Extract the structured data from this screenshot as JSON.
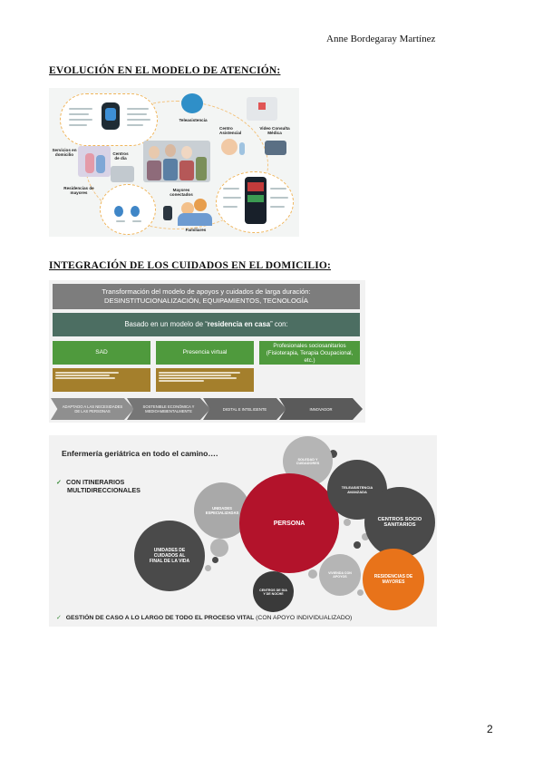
{
  "header": {
    "author": "Anne Bordegaray Martínez"
  },
  "section1": {
    "heading": "EVOLUCIÓN EN EL MODELO DE ATENCIÓN:",
    "labels": {
      "teleasistencia": "Teleasistencia",
      "centro_asistencial": "Centro Asistencial",
      "video_consulta": "Video Consulta Médica",
      "servicios_domicilio": "Servicios en domicilio",
      "centros_dia": "Centros de día",
      "residencias": "Residencias de mayores",
      "mayores_conectados": "Mayores conectados",
      "familiares": "Familiares"
    }
  },
  "section2": {
    "heading": "INTEGRACIÓN DE LOS CUIDADOS EN EL DOMICILIO:",
    "bar1_line1": "Transformación del modelo de apoyos y cuidados de larga duración:",
    "bar1_line2": "DESINSTITUCIONALIZACIÓN, EQUIPAMIENTOS, TECNOLOGÍA",
    "bar2_pre": "Basado en un modelo de “",
    "bar2_bold": "residencia en casa",
    "bar2_post": "” con:",
    "boxes": [
      "SAD",
      "Presencia virtual",
      "Profesionales sociosanitarios (Fisioterapia, Terapia Ocupacional, etc.)"
    ],
    "chevrons": [
      "ADAPTADO A LAS NECESIDADES DE LAS PERSONAS",
      "SOSTENIBLE ECONÓMICA Y MEDIOAMBIENTALMENTE",
      "DIGITAL E INTELIGENTE",
      "INNOVADOR"
    ]
  },
  "section3": {
    "title": "Enfermería geriátrica en todo el camino….",
    "item1_line1": "CON ITINERARIOS",
    "item1_line2": "MULTIDIRECCIONALES",
    "item2_bold": "GESTIÓN DE CASO A LO LARGO DE TODO EL PROCESO VITAL",
    "item2_normal": " (CON APOYO INDIVIDUALIZADO)",
    "bubbles": {
      "persona": "PERSONA",
      "unidades_cuidados": "UNIDADES DE CUIDADOS AL FINAL DE LA VIDA",
      "centros_socio": "CENTROS SOCIO SANITARIOS",
      "residencias": "RESIDENCIAS DE MAYORES",
      "unidades_especializadas": "UNIDADES ESPECIALIZADAS",
      "teleasistencia": "TELEASISTENCIA AVANZADA",
      "vivienda": "VIVIENDA CON APOYOS",
      "centros_dia": "CENTROS DE DIA Y DE NOCHE",
      "soledad": "SOLEDAD Y CUIDADORES"
    },
    "colors": {
      "persona": "#b3132b",
      "dark": "#4a4a4a",
      "orange": "#e8731a",
      "light": "#b5b5b5"
    }
  },
  "footer": {
    "page_number": "2"
  }
}
